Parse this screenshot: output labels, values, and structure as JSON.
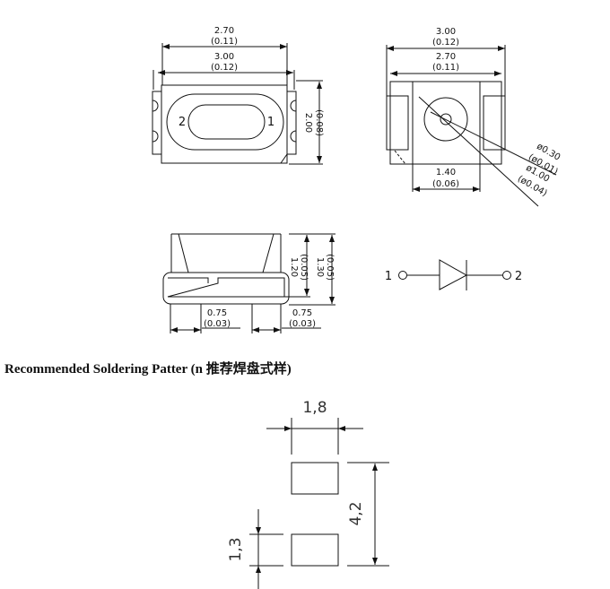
{
  "top_view": {
    "pin1": "1",
    "pin2": "2",
    "dim_inner_width": "2.70",
    "dim_inner_width_in": "(0.11)",
    "dim_outer_width": "3.00",
    "dim_outer_width_in": "(0.12)",
    "dim_height": "2.00",
    "dim_height_in": "(0.08)"
  },
  "bottom_view": {
    "dim_outer_width": "3.00",
    "dim_outer_width_in": "(0.12)",
    "dim_inner_width": "2.70",
    "dim_inner_width_in": "(0.11)",
    "dim_center": "1.40",
    "dim_center_in": "(0.06)",
    "dia_small": "ø0.30",
    "dia_small_in": "(ø0.01)",
    "dia_large": "ø1.00",
    "dia_large_in": "(ø0.04)"
  },
  "side_view": {
    "dim_h1": "1.20",
    "dim_h1_in": "(0.05)",
    "dim_h2": "1.30",
    "dim_h2_in": "(0.05)",
    "dim_lead_left": "0.75",
    "dim_lead_left_in": "(0.03)",
    "dim_lead_right": "0.75",
    "dim_lead_right_in": "(0.03)"
  },
  "schematic": {
    "pin1": "1",
    "pin2": "2"
  },
  "soldering": {
    "heading": "Recommended Soldering Patter (n 推荐焊盘式样)",
    "dim_width": "1,8",
    "dim_pitch": "4,2",
    "dim_pad_height": "1,3"
  }
}
